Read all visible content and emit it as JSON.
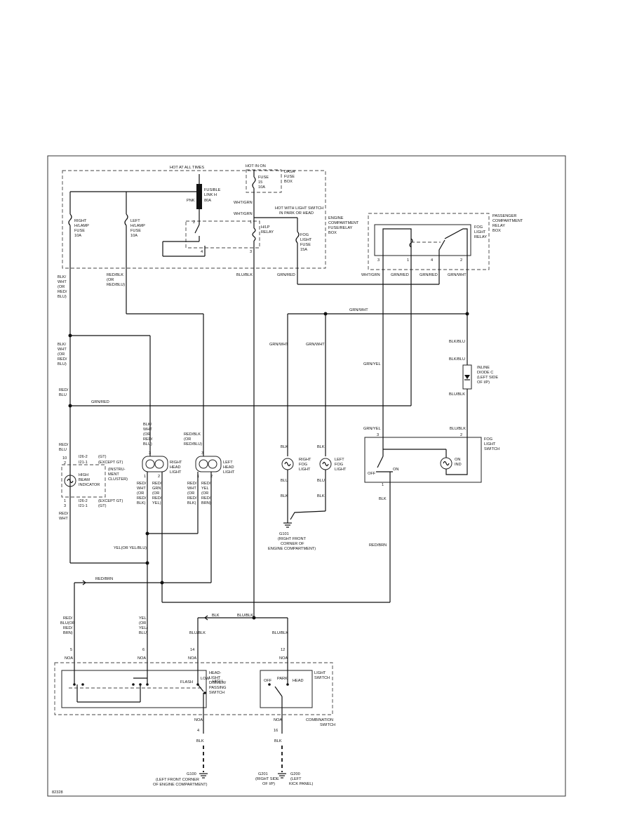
{
  "power": {
    "hot_at_all_times": "HOT AT ALL TIMES",
    "hot_in_on": "HOT IN ON",
    "hot_with_light_switch": "HOT WITH LIGHT SWITCH",
    "in_park_or_head": "IN PARK OR HEAD"
  },
  "components": {
    "dash_fuse_box": [
      "DASH",
      "FUSE",
      "BOX"
    ],
    "fuse_15": [
      "FUSE",
      "15",
      "10A"
    ],
    "fusible_link": [
      "FUSIBLE",
      "LINK H",
      "80A"
    ],
    "pnk": "PNK",
    "right_hlamp_fuse": [
      "RIGHT",
      "H/LAMP",
      "FUSE",
      "10A"
    ],
    "left_hlamp_fuse": [
      "LEFT",
      "H/LAMP",
      "FUSE",
      "10A"
    ],
    "hlp_relay": [
      "H/LP",
      "RELAY"
    ],
    "engine_box": [
      "ENGINE",
      "COMPARTMENT",
      "FUSE/RELAY",
      "BOX"
    ],
    "fog_light_fuse": [
      "FOG",
      "LIGHT",
      "FUSE",
      "15A"
    ],
    "passenger_box": [
      "PASSENGER",
      "COMPARTMENT",
      "RELAY",
      "BOX"
    ],
    "fog_light_relay": [
      "FOG",
      "LIGHT",
      "RELAY"
    ],
    "inline_diode": [
      "INLINE",
      "DIODE C",
      "(LEFT SIDE",
      "OF I/P)"
    ],
    "fog_light_switch": [
      "FOG",
      "LIGHT",
      "SWITCH"
    ],
    "right_head_light": [
      "RIGHT",
      "HEAD",
      "LIGHT"
    ],
    "left_head_light": [
      "LEFT",
      "HEAD",
      "LIGHT"
    ],
    "right_fog_light": [
      "RIGHT",
      "FOG",
      "LIGHT"
    ],
    "left_fog_light": [
      "LEFT",
      "FOG",
      "LIGHT"
    ],
    "high_beam": [
      "HIGH",
      "BEAM",
      "INDICATOR"
    ],
    "instrument_cluster": [
      "(INSTRU-",
      "MENT",
      "CLUSTER)"
    ],
    "dimmer_switch": [
      "HEAD-",
      "LIGHT",
      "DIMMER/",
      "PASSING",
      "SWITCH"
    ],
    "light_switch": [
      "LIGHT",
      "SWITCH"
    ],
    "combination_switch": [
      "COMBINATION",
      "SWITCH"
    ],
    "g101": [
      "G101",
      "(RIGHT FRONT",
      "CORNER OF",
      "ENGINE COMPARTMENT)"
    ],
    "g100": [
      "G100",
      "(LEFT FRONT CORNER",
      "OF ENGINE COMPARTMENT)"
    ],
    "g201": [
      "G201",
      "(RIGHT SIDE",
      "OF I/P)"
    ],
    "g200": [
      "G200",
      "(LEFT",
      "KICK PANEL)"
    ]
  },
  "switch_labels": {
    "flash": "FLASH",
    "low": "LOW",
    "high": "HIGH",
    "off": "OFF",
    "park": "PARK",
    "head": "HEAD",
    "on": "ON",
    "on_ind": [
      "ON",
      "IND"
    ]
  },
  "connectors": {
    "i26_2": "I26-2",
    "i21_1": "I21-1",
    "except_gt": "(EXCEPT GT)",
    "gt": "(GT)",
    "noa": "NOA"
  },
  "wires": {
    "wht_grn": "WHT/GRN",
    "blu_blk": "BLU/BLK",
    "grn_red": "GRN/RED",
    "grn_wht": "GRN/WHT",
    "grn_yel": "GRN/YEL",
    "blk_blu": "BLK/BLU",
    "blk": "BLK",
    "blu": "BLU",
    "red_brn": "RED/BRN",
    "yel_or_yel_blu": "YEL(OR YEL/BLU)",
    "red_blu": [
      "RED/",
      "BLU"
    ],
    "red_wht": [
      "RED/",
      "WHT"
    ],
    "blk_wht_or_red_blu": [
      "BLK/",
      "WHT",
      "(OR",
      "RED/",
      "BLU)"
    ],
    "red_blk_or_red_blu": [
      "RED/BLK",
      "(OR",
      "RED/BLU)"
    ],
    "blk_wht_or_red_blu_2": [
      "BLK/",
      "WHT",
      "(OR",
      "RED/",
      "BLU)"
    ],
    "red_blk_or_redv_blu": [
      "RED/BLK",
      "(OR",
      "RED/BLU)"
    ],
    "rh_lower_left": [
      "RED/",
      "WHT",
      "(OR",
      "RED/",
      "BLK)"
    ],
    "rh_lower_right": [
      "RED/",
      "GRN",
      "(OR",
      "RED/",
      "YEL)"
    ],
    "lh_lower_left": [
      "RED/",
      "WHT",
      "(OR",
      "RED/",
      "BLK)"
    ],
    "lh_lower_right": [
      "RED/",
      "YEL",
      "(OR",
      "RED/",
      "BRN)"
    ],
    "red_blu_or_red_brn": [
      "RED/",
      "BLU(OR",
      "RED/",
      "BRN)"
    ],
    "yel_or_yel_blu_v": [
      "YEL",
      "(OR",
      "YEL/",
      "BLU)"
    ]
  },
  "pins": [
    "1",
    "2",
    "3",
    "4",
    "5",
    "6",
    "10",
    "12",
    "14",
    "16"
  ],
  "figure_id": "82328"
}
